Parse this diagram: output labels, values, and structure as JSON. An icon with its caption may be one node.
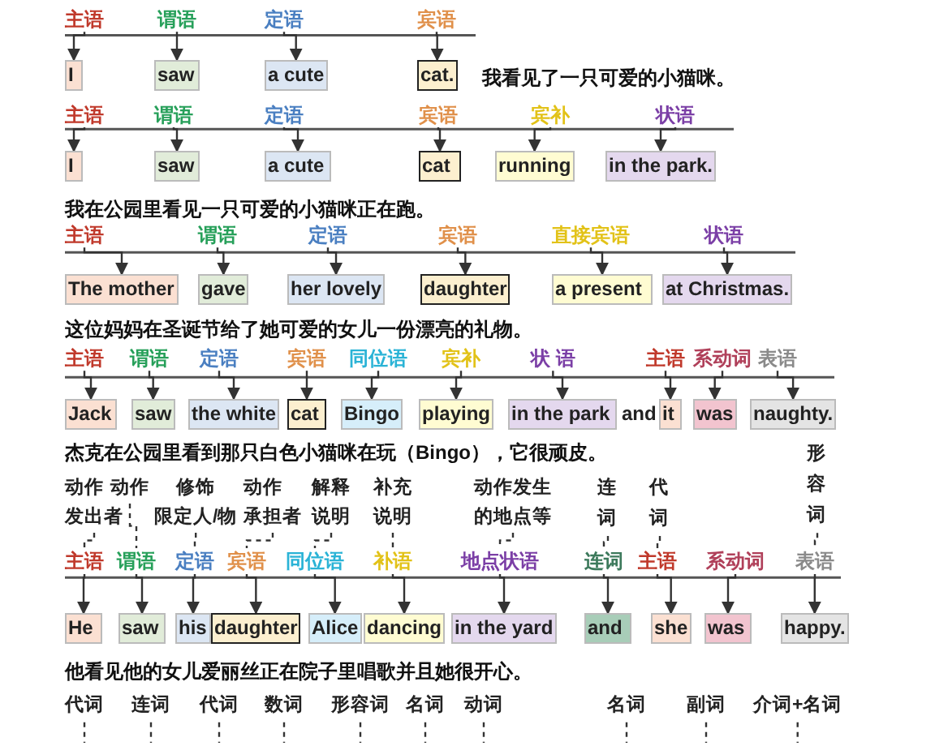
{
  "diagram": {
    "nodes": [
      {
        "text": [
          "主语"
        ]
      },
      {
        "text": [
          "谓语"
        ]
      },
      {
        "text": [
          "定语"
        ]
      },
      {
        "text": [
          "宾语"
        ]
      },
      {
        "text": [
          "I"
        ]
      },
      {
        "text": [
          "saw"
        ]
      },
      {
        "text": [
          "a cute"
        ]
      },
      {
        "text": [
          "cat."
        ]
      },
      {
        "text": [
          "主语"
        ]
      },
      {
        "text": [
          "谓语"
        ]
      },
      {
        "text": [
          "定语"
        ]
      },
      {
        "text": [
          "宾语"
        ]
      },
      {
        "text": [
          "宾补"
        ]
      },
      {
        "text": [
          "状语"
        ]
      },
      {
        "text": [
          "I"
        ]
      },
      {
        "text": [
          "saw"
        ]
      },
      {
        "text": [
          "a cute"
        ]
      },
      {
        "text": [
          "cat"
        ]
      },
      {
        "text": [
          "running"
        ]
      },
      {
        "text": [
          "in the park."
        ]
      },
      {
        "text": [
          "主语"
        ]
      },
      {
        "text": [
          "谓语"
        ]
      },
      {
        "text": [
          "定语"
        ]
      },
      {
        "text": [
          "宾语"
        ]
      },
      {
        "text": [
          "直接宾语"
        ]
      },
      {
        "text": [
          "状语"
        ]
      },
      {
        "text": [
          "The mother"
        ]
      },
      {
        "text": [
          "gave"
        ]
      },
      {
        "text": [
          "her lovely"
        ]
      },
      {
        "text": [
          "daughter"
        ]
      },
      {
        "text": [
          "a present"
        ]
      },
      {
        "text": [
          "at Christmas."
        ]
      },
      {
        "text": [
          "主语"
        ]
      },
      {
        "text": [
          "谓语"
        ]
      },
      {
        "text": [
          "定语"
        ]
      },
      {
        "text": [
          "宾语"
        ]
      },
      {
        "text": [
          "同位语"
        ]
      },
      {
        "text": [
          "宾补"
        ]
      },
      {
        "text": [
          "状 语"
        ]
      },
      {
        "text": [
          "主语"
        ]
      },
      {
        "text": [
          "系动词"
        ]
      },
      {
        "text": [
          "表语"
        ]
      },
      {
        "text": [
          "Jack"
        ]
      },
      {
        "text": [
          "saw"
        ]
      },
      {
        "text": [
          "the white"
        ]
      },
      {
        "text": [
          "cat"
        ]
      },
      {
        "text": [
          "Bingo"
        ]
      },
      {
        "text": [
          "playing"
        ]
      },
      {
        "text": [
          "in the park"
        ]
      },
      {
        "text": [
          "it"
        ]
      },
      {
        "text": [
          "was"
        ]
      },
      {
        "text": [
          "naughty."
        ]
      },
      {
        "text": [
          "动作发出者"
        ]
      },
      {
        "text": [
          "动作"
        ]
      },
      {
        "text": [
          "修饰限定人/物"
        ]
      },
      {
        "text": [
          "动作承担者"
        ]
      },
      {
        "text": [
          "解释说明"
        ]
      },
      {
        "text": [
          "补充说明"
        ]
      },
      {
        "text": [
          "动作发生的地点等"
        ]
      },
      {
        "text": [
          "连词"
        ]
      },
      {
        "text": [
          "代词"
        ]
      },
      {
        "text": [
          "形容词"
        ]
      },
      {
        "text": [
          "主语"
        ]
      },
      {
        "text": [
          "谓语"
        ]
      },
      {
        "text": [
          "定语"
        ]
      },
      {
        "text": [
          "宾语"
        ]
      },
      {
        "text": [
          "同位语"
        ]
      },
      {
        "text": [
          "补语"
        ]
      },
      {
        "text": [
          "地点状语"
        ]
      },
      {
        "text": [
          "连词"
        ]
      },
      {
        "text": [
          "主语"
        ]
      },
      {
        "text": [
          "系动词"
        ]
      },
      {
        "text": [
          "表语"
        ]
      },
      {
        "text": [
          "He"
        ]
      },
      {
        "text": [
          "saw"
        ]
      },
      {
        "text": [
          "his"
        ]
      },
      {
        "text": [
          "daughter"
        ]
      },
      {
        "text": [
          "Alice"
        ]
      },
      {
        "text": [
          "dancing"
        ]
      },
      {
        "text": [
          "in the yard"
        ]
      },
      {
        "text": [
          "and"
        ]
      },
      {
        "text": [
          "she"
        ]
      },
      {
        "text": [
          "was"
        ]
      },
      {
        "text": [
          "happy."
        ]
      },
      {
        "text": [
          "代词"
        ]
      },
      {
        "text": [
          "连词"
        ]
      },
      {
        "text": [
          "代词"
        ]
      },
      {
        "text": [
          "数词"
        ]
      },
      {
        "text": [
          "形容词"
        ]
      },
      {
        "text": [
          "名词"
        ]
      },
      {
        "text": [
          "动词"
        ]
      },
      {
        "text": [
          "名词"
        ]
      },
      {
        "text": [
          "副词"
        ]
      },
      {
        "text": [
          "介词+名词"
        ]
      }
    ],
    "edges": [
      {
        "from": 0,
        "to": 4,
        "arrow": "to"
      },
      {
        "from": 1,
        "to": 5,
        "arrow": "to"
      },
      {
        "from": 2,
        "to": 6,
        "arrow": "to"
      },
      {
        "from": 3,
        "to": 7,
        "arrow": "to"
      },
      {
        "from": 8,
        "to": 14,
        "arrow": "to"
      },
      {
        "from": 9,
        "to": 15,
        "arrow": "to"
      },
      {
        "from": 10,
        "to": 16,
        "arrow": "to"
      },
      {
        "from": 11,
        "to": 17,
        "arrow": "to"
      },
      {
        "from": 12,
        "to": 18,
        "arrow": "to"
      },
      {
        "from": 13,
        "to": 19,
        "arrow": "to"
      },
      {
        "from": 20,
        "to": 26,
        "arrow": "to"
      },
      {
        "from": 21,
        "to": 27,
        "arrow": "to"
      },
      {
        "from": 22,
        "to": 28,
        "arrow": "to"
      },
      {
        "from": 23,
        "to": 29,
        "arrow": "to"
      },
      {
        "from": 24,
        "to": 30,
        "arrow": "to"
      },
      {
        "from": 25,
        "to": 31,
        "arrow": "to"
      },
      {
        "from": 32,
        "to": 42,
        "arrow": "to"
      },
      {
        "from": 33,
        "to": 43,
        "arrow": "to"
      },
      {
        "from": 34,
        "to": 44,
        "arrow": "to"
      },
      {
        "from": 35,
        "to": 45,
        "arrow": "to"
      },
      {
        "from": 36,
        "to": 46,
        "arrow": "to"
      },
      {
        "from": 37,
        "to": 47,
        "arrow": "to"
      },
      {
        "from": 38,
        "to": 48,
        "arrow": "to"
      },
      {
        "from": 39,
        "to": 49,
        "arrow": "to"
      },
      {
        "from": 40,
        "to": 50,
        "arrow": "to"
      },
      {
        "from": 41,
        "to": 51,
        "arrow": "to"
      },
      {
        "from": 52,
        "to": 62,
        "arrow": "none",
        "style": "dashed"
      },
      {
        "from": 53,
        "to": 63,
        "arrow": "none",
        "style": "dashed"
      },
      {
        "from": 54,
        "to": 64,
        "arrow": "none",
        "style": "dashed"
      },
      {
        "from": 55,
        "to": 65,
        "arrow": "none",
        "style": "dashed"
      },
      {
        "from": 56,
        "to": 66,
        "arrow": "none",
        "style": "dashed"
      },
      {
        "from": 57,
        "to": 67,
        "arrow": "none",
        "style": "dashed"
      },
      {
        "from": 58,
        "to": 68,
        "arrow": "none",
        "style": "dashed"
      },
      {
        "from": 59,
        "to": 69,
        "arrow": "none",
        "style": "dashed"
      },
      {
        "from": 60,
        "to": 70,
        "arrow": "none",
        "style": "dashed"
      },
      {
        "from": 61,
        "to": 72,
        "arrow": "none",
        "style": "dashed"
      },
      {
        "from": 62,
        "to": 73,
        "arrow": "to"
      },
      {
        "from": 63,
        "to": 74,
        "arrow": "to"
      },
      {
        "from": 64,
        "to": 75,
        "arrow": "to"
      },
      {
        "from": 65,
        "to": 76,
        "arrow": "to"
      },
      {
        "from": 66,
        "to": 77,
        "arrow": "to"
      },
      {
        "from": 67,
        "to": 78,
        "arrow": "to"
      },
      {
        "from": 68,
        "to": 79,
        "arrow": "to"
      },
      {
        "from": 69,
        "to": 80,
        "arrow": "to"
      },
      {
        "from": 70,
        "to": 81,
        "arrow": "to"
      },
      {
        "from": 71,
        "to": 82,
        "arrow": "to"
      },
      {
        "from": 72,
        "to": 83,
        "arrow": "to"
      },
      {
        "from": 84,
        "to": null,
        "arrow": "none",
        "style": "dashed"
      },
      {
        "from": 85,
        "to": null,
        "arrow": "none",
        "style": "dashed"
      },
      {
        "from": 86,
        "to": null,
        "arrow": "none",
        "style": "dashed"
      },
      {
        "from": 87,
        "to": null,
        "arrow": "none",
        "style": "dashed"
      },
      {
        "from": 88,
        "to": null,
        "arrow": "none",
        "style": "dashed"
      },
      {
        "from": 89,
        "to": null,
        "arrow": "none",
        "style": "dashed"
      },
      {
        "from": 90,
        "to": null,
        "arrow": "none",
        "style": "dashed"
      },
      {
        "from": 91,
        "to": null,
        "arrow": "none",
        "style": "dashed"
      },
      {
        "from": 92,
        "to": null,
        "arrow": "none",
        "style": "dashed"
      },
      {
        "from": 93,
        "to": null,
        "arrow": "none",
        "style": "dashed"
      }
    ],
    "labels": [
      "我看见了一只可爱的小猫咪。",
      "我在公园里看见一只可爱的小猫咪正在跑。",
      "这位妈妈在圣诞节给了她可爱的女儿一份漂亮的礼物。",
      "and",
      "杰克在公园里看到那只白色小猫咪在玩（Bingo），它很顽皮。",
      "他看见他的女儿爱丽丝正在院子里唱歌并且她很开心。"
    ]
  }
}
